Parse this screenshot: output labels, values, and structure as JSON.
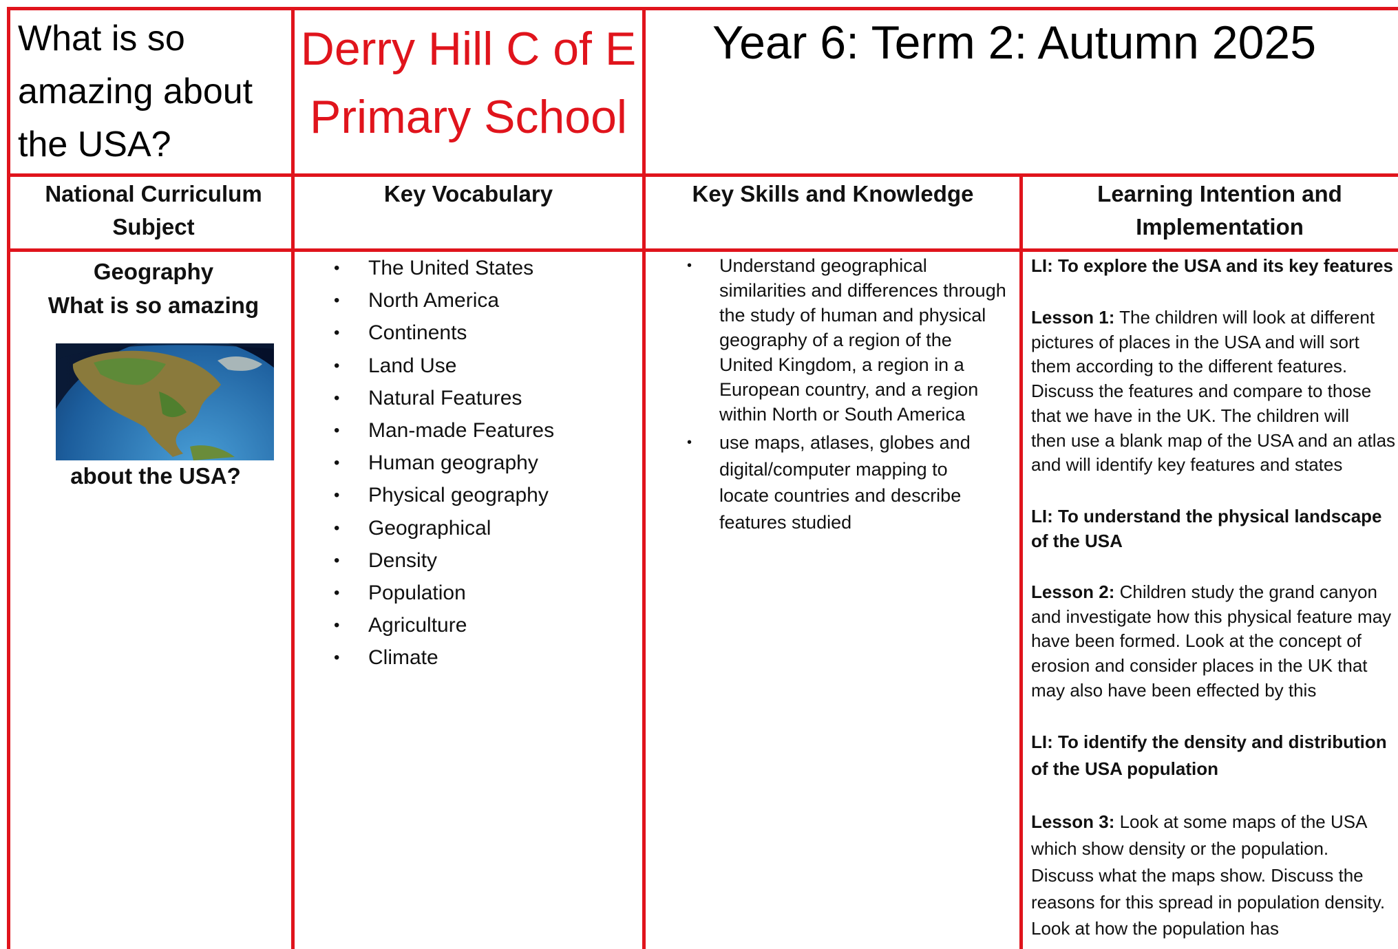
{
  "header": {
    "unit_question_lines": [
      "What is so",
      "amazing about",
      "the USA?"
    ],
    "school_name_lines": [
      "Derry Hill C of E",
      "Primary School"
    ],
    "term_title": "Year 6: Term 2:  Autumn 2025"
  },
  "columns": {
    "subject": [
      "National Curriculum",
      "Subject"
    ],
    "vocabulary": "Key Vocabulary",
    "skills": "Key Skills and Knowledge",
    "learning": [
      "Learning Intention and",
      "Implementation"
    ]
  },
  "subject": {
    "name": "Geography",
    "topic_line1": "What is so amazing",
    "topic_line2": "about the USA?"
  },
  "vocabulary": [
    "The United States",
    "North America",
    "Continents",
    "Land Use",
    "Natural Features",
    "Man-made Features",
    "Human geography",
    "Physical geography",
    "Geographical",
    "Density",
    "Population",
    "Agriculture",
    "Climate"
  ],
  "skills": [
    [
      "Understand geographical",
      "similarities and differences through",
      "the study of human and physical",
      "geography of a region of the",
      "United Kingdom, a region in a",
      "European country, and a region",
      "within North or South America"
    ],
    [
      "use maps, atlases, globes and",
      "digital/computer mapping to",
      "locate countries and describe",
      "features studied"
    ]
  ],
  "learning": {
    "li1": "LI:  To explore the USA and its key features",
    "lesson1_label": "Lesson 1:",
    "lesson1_lines": [
      " The children will look at different",
      "pictures of places in the USA and will sort",
      "them according to the different features.",
      "Discuss the features and compare to those",
      "that we have in the UK.  The children will",
      "then use a blank map of the USA and an atlas",
      "and will identify key features and states"
    ],
    "li2_lines": [
      "LI:    To understand the physical landscape",
      "of the USA"
    ],
    "lesson2_label": "Lesson 2:",
    "lesson2_lines": [
      "  Children study the grand canyon",
      "and investigate how this physical feature may",
      "have been formed.  Look at the concept of",
      "erosion and consider places in the UK that",
      "may also have been effected by this"
    ],
    "li3_lines": [
      "LI:  To identify the density and distribution",
      "of the USA population"
    ],
    "lesson3_label": "Lesson 3:",
    "lesson3_lines": [
      "  Look at some maps of the USA",
      "which show density or the population.",
      "Discuss what the maps show.  Discuss the",
      "reasons for this spread in population density.",
      "Look at how the population has"
    ]
  },
  "colors": {
    "grid": "#e0141c",
    "school_name": "#e0141c",
    "text": "#111111"
  },
  "image": {
    "icon": "globe-north-america-icon"
  }
}
